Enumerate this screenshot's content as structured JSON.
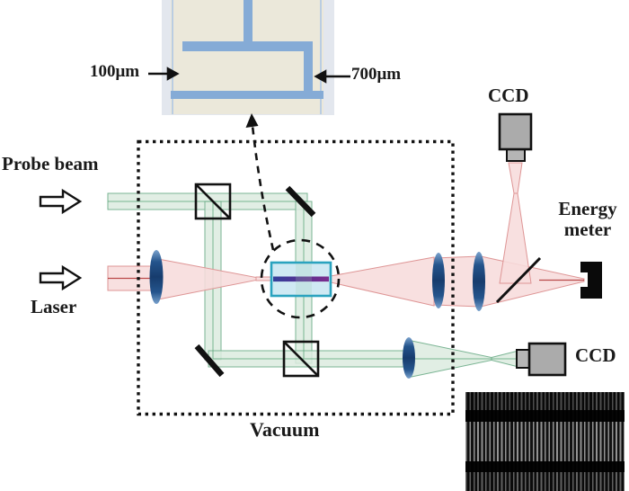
{
  "figure": {
    "title": "laser-plasma experimental setup",
    "labels": {
      "probe_beam": "Probe beam",
      "laser": "Laser",
      "vacuum": "Vacuum",
      "ccd_top": "CCD",
      "ccd_bottom": "CCD",
      "energy_meter_line1": "Energy",
      "energy_meter_line2": "meter",
      "dim_left": "100μm",
      "dim_right": "700μm"
    },
    "colors": {
      "probe_beam_green_fill": "#dcebdf",
      "probe_beam_green_edge": "#7ab493",
      "laser_pink_fill": "#f7dcdc",
      "laser_pink_edge": "#de9595",
      "laser_core_red": "#b03030",
      "lens_blue": "#1e4a80",
      "cell_fill": "#cfe9f3",
      "cell_border": "#2aa3bf",
      "plasma_stripe_left": "#33409a",
      "plasma_stripe_right": "#7c2e8d",
      "inset_channel_blue": "#85abd6",
      "inset_background": "#ebe8da",
      "device_gray": "#ababab",
      "outline_black": "#111111"
    }
  }
}
